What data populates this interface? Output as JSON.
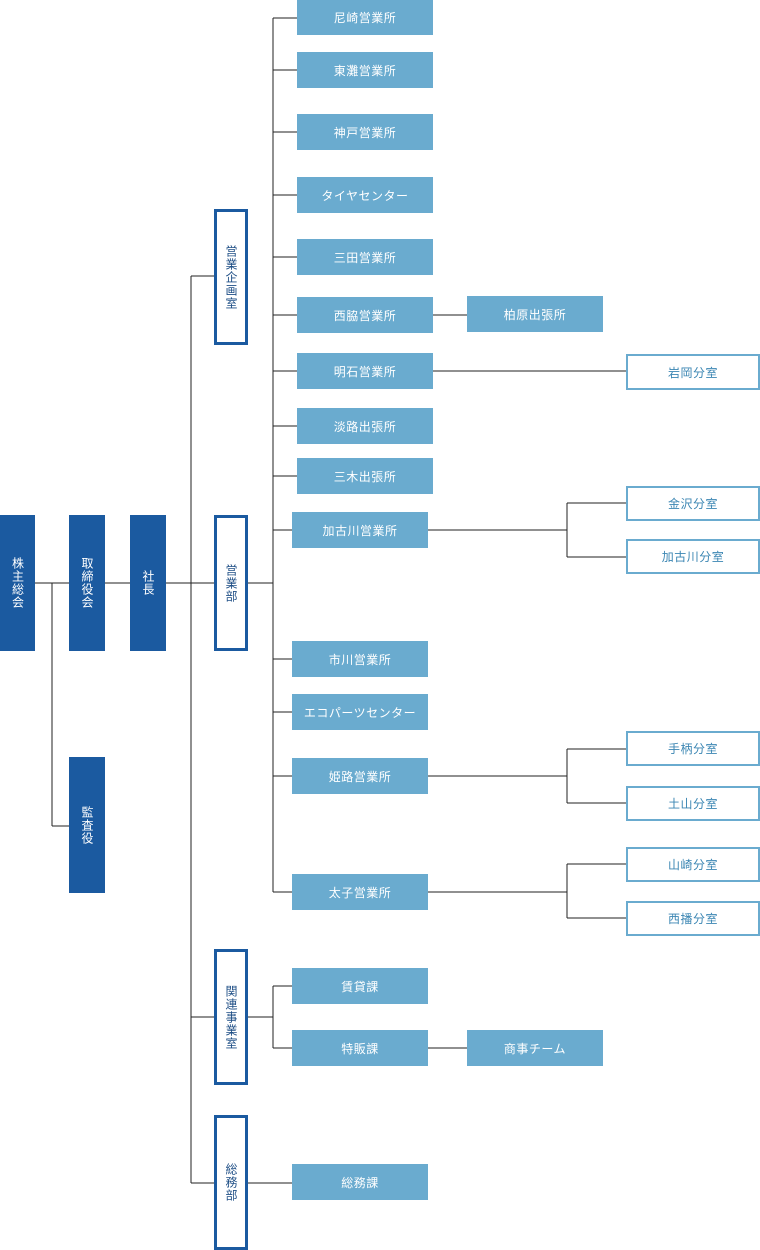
{
  "colors": {
    "dark": "#1b5aa0",
    "light": "#6aabcf",
    "line": "#222222"
  },
  "top": {
    "shareholders": "株主総会",
    "board": "取締役会",
    "auditor": "監査役",
    "president": "社長"
  },
  "divisions": {
    "sales_planning": "営業企画室",
    "sales": "営業部",
    "affiliates": "関連事業室",
    "general_affairs": "総務部"
  },
  "sales_offices": {
    "amagasaki": "尼崎営業所",
    "higashinada": "東灘営業所",
    "kobe": "神戸営業所",
    "tire_center": "タイヤセンター",
    "sanda": "三田営業所",
    "nishiwaki": "西脇営業所",
    "akashi": "明石営業所",
    "awaji": "淡路出張所",
    "miki": "三木出張所",
    "kakogawa": "加古川営業所",
    "ichikawa": "市川営業所",
    "eco_parts": "エコパーツセンター",
    "himeji": "姫路営業所",
    "taishi": "太子営業所"
  },
  "sub_units": {
    "kashihara": "柏原出張所",
    "iwaoka": "岩岡分室",
    "kanazawa": "金沢分室",
    "kakogawa_branch": "加古川分室",
    "tegara": "手柄分室",
    "tsuchiyama": "土山分室",
    "yamasaki": "山崎分室",
    "nishiharima": "西播分室"
  },
  "affiliate_units": {
    "rental": "賃貸課",
    "special_sales": "特販課",
    "trading_team": "商事チーム"
  },
  "general_units": {
    "general_affairs_section": "総務課"
  }
}
